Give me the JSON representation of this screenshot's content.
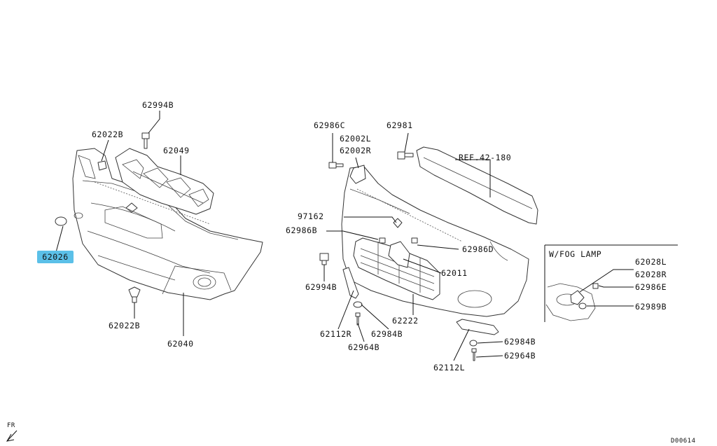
{
  "highlight_color": "#5bc0e8",
  "labels": {
    "p62994B_top": "62994B",
    "p62022B_top": "62022B",
    "p62049": "62049",
    "p62026": "62026",
    "p62022B_bot": "62022B",
    "p62040": "62040",
    "p62986C": "62986C",
    "p62002L": "62002L",
    "p62002R": "62002R",
    "p62981": "62981",
    "ref": "REF.42-180",
    "p97162": "97162",
    "p62986B": "62986B",
    "p62986D": "62986D",
    "p62011": "62011",
    "p62994B_mid": "62994B",
    "p62222": "62222",
    "p62112R": "62112R",
    "p62984B_l": "62984B",
    "p62964B_l": "62964B",
    "p62984B_r": "62984B",
    "p62964B_r": "62964B",
    "p62112L": "62112L",
    "fog_title": "W/FOG LAMP",
    "p62028L": "62028L",
    "p62028R": "62028R",
    "p62986E": "62986E",
    "p62989B": "62989B",
    "fr": "FR",
    "code": "D00614"
  }
}
